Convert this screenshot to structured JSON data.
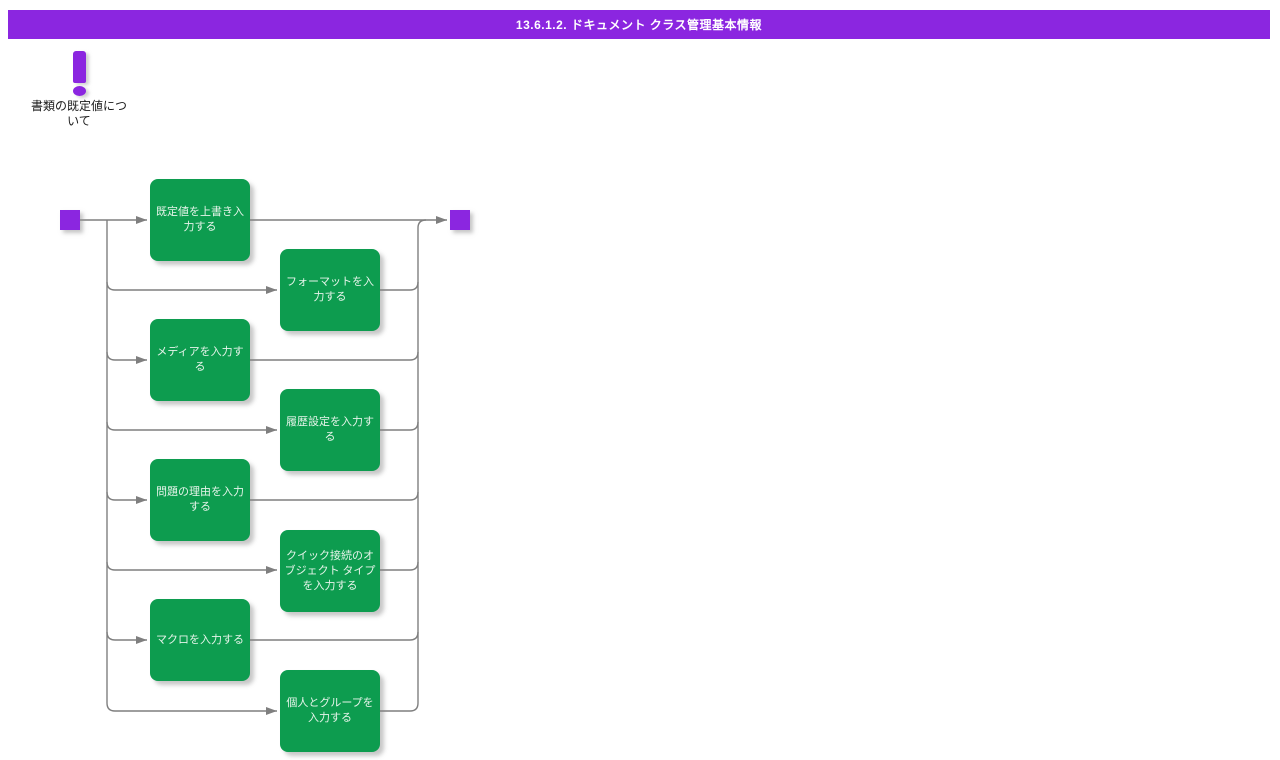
{
  "header": {
    "title": "13.6.1.2. ドキュメント クラス管理基本情報"
  },
  "note": {
    "icon": "exclamation-icon",
    "label": "書類の既定値について"
  },
  "colors": {
    "accent_purple": "#8B26E0",
    "node_green": "#0D9C4F",
    "line_gray": "#7F7F7F",
    "node_text": "#E6F4EA"
  },
  "flowchart": {
    "start": {
      "shape": "square"
    },
    "end": {
      "shape": "square"
    },
    "nodes": [
      {
        "label": "既定値を上書き入力する"
      },
      {
        "label": "フォーマットを入力する"
      },
      {
        "label": "メディアを入力する"
      },
      {
        "label": "履歴設定を入力する"
      },
      {
        "label": "問題の理由を入力する"
      },
      {
        "label": "クイック接続のオブジェクト タイプを入力する"
      },
      {
        "label": "マクロを入力する"
      },
      {
        "label": "個人とグループを入力する"
      }
    ]
  }
}
